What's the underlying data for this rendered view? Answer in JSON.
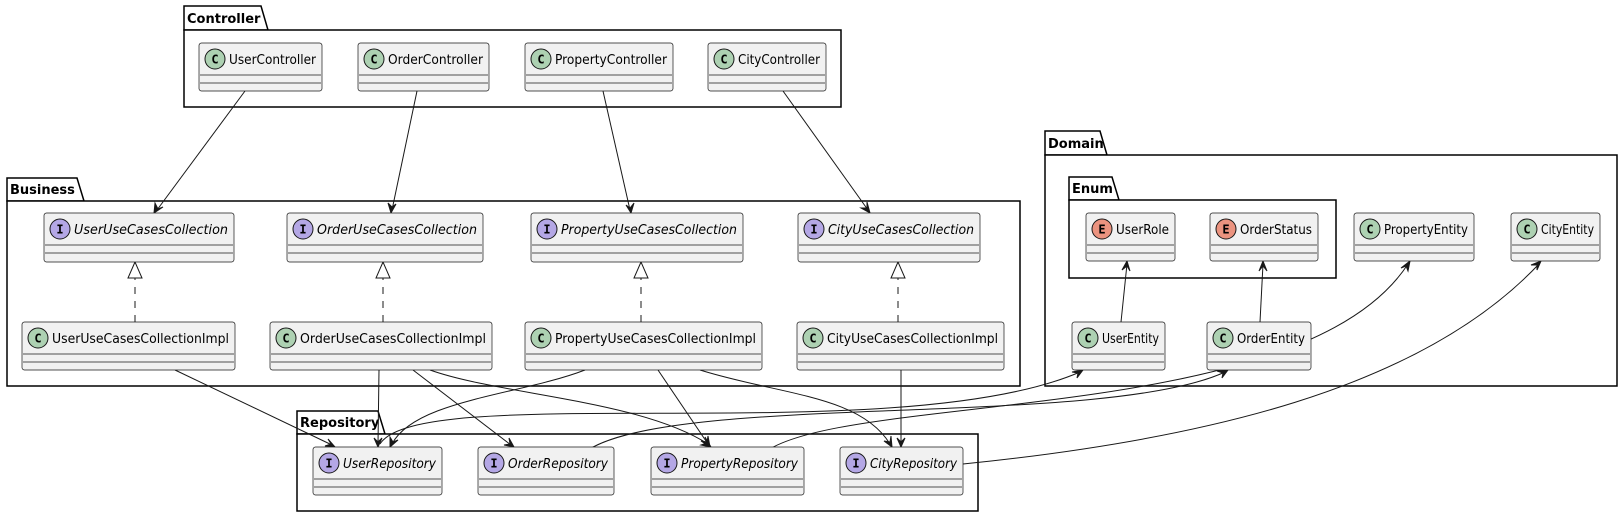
{
  "colors": {
    "class_badge": "#ADD1B2",
    "interface_badge": "#B4A7E5",
    "enum_badge": "#EB937F",
    "box_fill": "#F1F1F1",
    "line": "#181818"
  },
  "packages": {
    "controller": "Controller",
    "business": "Business",
    "repository": "Repository",
    "domain": "Domain",
    "enum": "Enum"
  },
  "classes": {
    "user_controller": {
      "name": "UserController",
      "badge": "C",
      "kind": "class"
    },
    "order_controller": {
      "name": "OrderController",
      "badge": "C",
      "kind": "class"
    },
    "property_controller": {
      "name": "PropertyController",
      "badge": "C",
      "kind": "class"
    },
    "city_controller": {
      "name": "CityController",
      "badge": "C",
      "kind": "class"
    },
    "user_usecases": {
      "name": "UserUseCasesCollection",
      "badge": "I",
      "kind": "interface"
    },
    "order_usecases": {
      "name": "OrderUseCasesCollection",
      "badge": "I",
      "kind": "interface"
    },
    "property_usecases": {
      "name": "PropertyUseCasesCollection",
      "badge": "I",
      "kind": "interface"
    },
    "city_usecases": {
      "name": "CityUseCasesCollection",
      "badge": "I",
      "kind": "interface"
    },
    "user_usecases_impl": {
      "name": "UserUseCasesCollectionImpl",
      "badge": "C",
      "kind": "class"
    },
    "order_usecases_impl": {
      "name": "OrderUseCasesCollectionImpl",
      "badge": "C",
      "kind": "class"
    },
    "property_usecases_impl": {
      "name": "PropertyUseCasesCollectionImpl",
      "badge": "C",
      "kind": "class"
    },
    "city_usecases_impl": {
      "name": "CityUseCasesCollectionImpl",
      "badge": "C",
      "kind": "class"
    },
    "user_repository": {
      "name": "UserRepository",
      "badge": "I",
      "kind": "interface"
    },
    "order_repository": {
      "name": "OrderRepository",
      "badge": "I",
      "kind": "interface"
    },
    "property_repository": {
      "name": "PropertyRepository",
      "badge": "I",
      "kind": "interface"
    },
    "city_repository": {
      "name": "CityRepository",
      "badge": "I",
      "kind": "interface"
    },
    "user_role": {
      "name": "UserRole",
      "badge": "E",
      "kind": "enum"
    },
    "order_status": {
      "name": "OrderStatus",
      "badge": "E",
      "kind": "enum"
    },
    "property_entity": {
      "name": "PropertyEntity",
      "badge": "C",
      "kind": "class"
    },
    "city_entity": {
      "name": "CityEntity",
      "badge": "C",
      "kind": "class"
    },
    "user_entity": {
      "name": "UserEntity",
      "badge": "C",
      "kind": "class"
    },
    "order_entity": {
      "name": "OrderEntity",
      "badge": "C",
      "kind": "class"
    }
  }
}
